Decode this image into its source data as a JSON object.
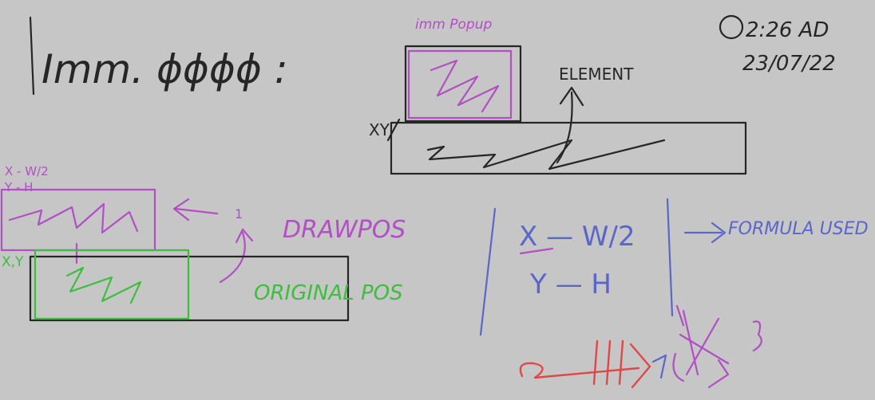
{
  "heading": "Imm. ϕϕϕϕ :",
  "timestamp": {
    "time": "2:26 AD",
    "date": "23/07/22"
  },
  "top_diagram": {
    "popup_label": "imm Popup",
    "element_label": "ELEMENT",
    "anchor_label": "XY"
  },
  "left_diagram": {
    "formula_x": "X - W/2",
    "formula_y": "Y - H",
    "anchor_label": "X,Y",
    "draw_pos_label": "DRAWPOS",
    "original_pos_label": "ORIGINAL POS"
  },
  "formula_box": {
    "line1": "X — W/2",
    "line2": "Y — H",
    "result_label": "FORMULA USED"
  },
  "colors": {
    "background": "#c6c6c6",
    "ink_black": "#262626",
    "ink_purple": "#b24fc4",
    "ink_green": "#3cbf3c",
    "ink_blue": "#5a67c9",
    "ink_red": "#e04848"
  }
}
